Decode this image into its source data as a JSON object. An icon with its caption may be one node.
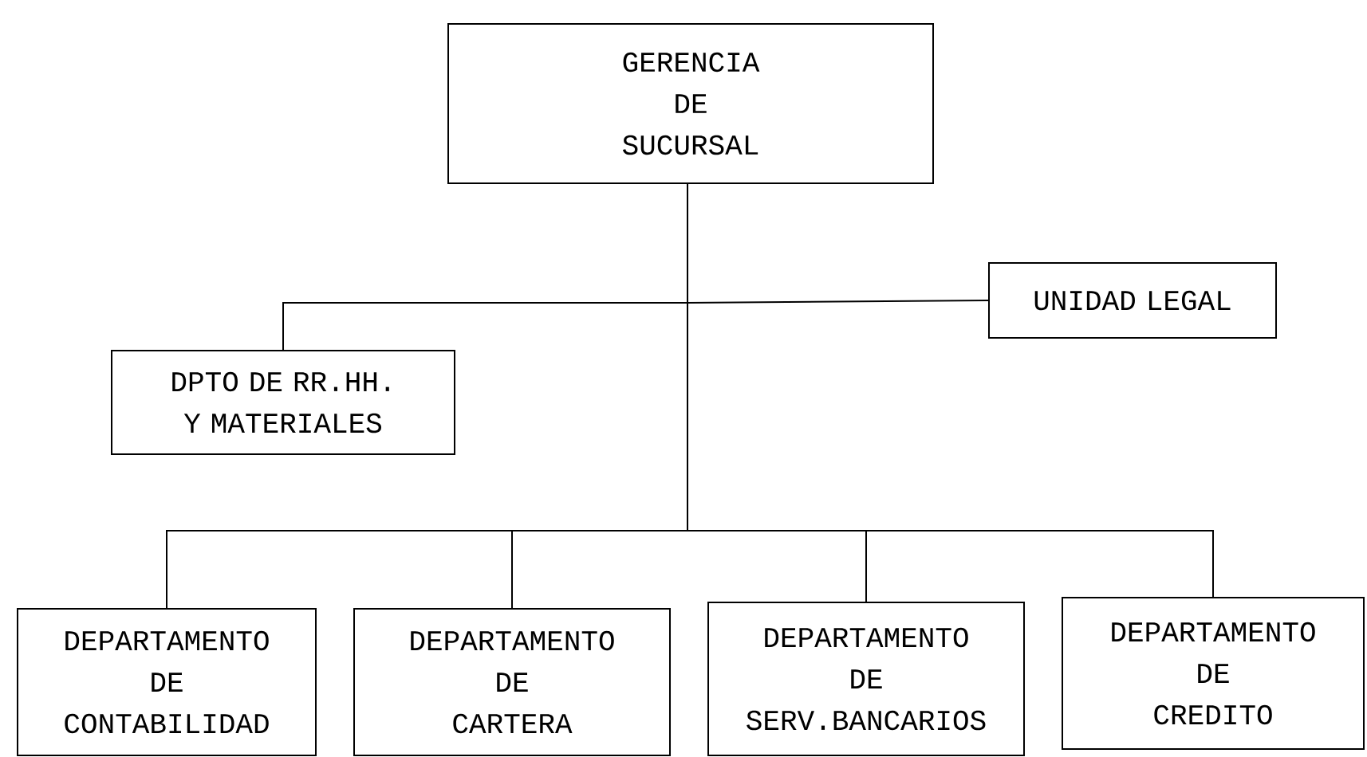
{
  "diagram": {
    "nodes": [
      {
        "text": [
          "GERENCIA DE SUCURSAL"
        ]
      },
      {
        "text": [
          "UNIDAD LEGAL"
        ]
      },
      {
        "text": [
          "DPTO DE RR.HH. Y MATERIALES"
        ]
      },
      {
        "text": [
          "DEPARTAMENTO DE CONTABILIDAD"
        ]
      },
      {
        "text": [
          "DEPARTAMENTO DE CARTERA"
        ]
      },
      {
        "text": [
          "DEPARTAMENTO DE SERV.BANCARIOS"
        ]
      },
      {
        "text": [
          "DEPARTAMENTO DE CREDITO"
        ]
      }
    ],
    "edges": [
      {
        "from": 0,
        "to": 1,
        "arrow": "none"
      },
      {
        "from": 0,
        "to": 2,
        "arrow": "none"
      },
      {
        "from": 0,
        "to": 3,
        "arrow": "none"
      },
      {
        "from": 0,
        "to": 4,
        "arrow": "none"
      },
      {
        "from": 0,
        "to": 5,
        "arrow": "none"
      },
      {
        "from": 0,
        "to": 6,
        "arrow": "none"
      }
    ]
  }
}
